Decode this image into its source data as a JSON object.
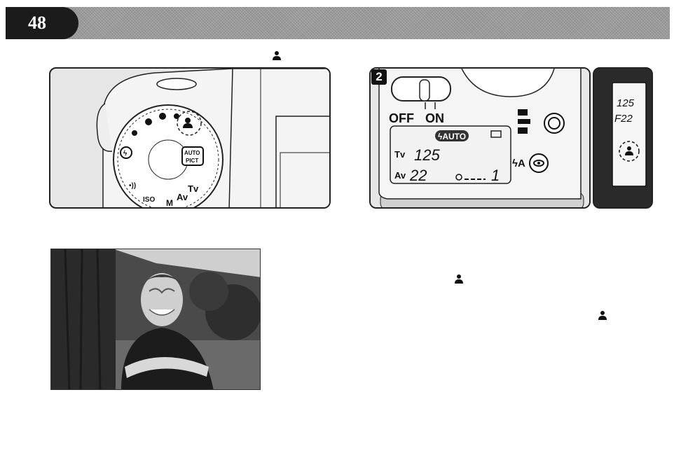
{
  "header": {
    "page_number": "48"
  },
  "step_badge": "2",
  "mode_dial": {
    "labels": {
      "auto_pict_line1": "AUTO",
      "auto_pict_line2": "PICT",
      "tv": "Tv",
      "av": "Av",
      "m": "M",
      "iso": "ISO"
    }
  },
  "control_panel": {
    "switch_off": "OFF",
    "switch_on": "ON",
    "flash_auto_label": "ϟAUTO",
    "tv_label": "Tv",
    "tv_value": "125",
    "av_label": "Av",
    "av_value": "22",
    "frame_counter": "1",
    "flash_mode_label": "ϟA"
  },
  "viewfinder": {
    "shutter_value": "125",
    "aperture_value": "F22"
  },
  "colors": {
    "panel_background": "#e6e6e6",
    "header_band": "#9a9a9a",
    "page_tab": "#1b1b1b"
  }
}
